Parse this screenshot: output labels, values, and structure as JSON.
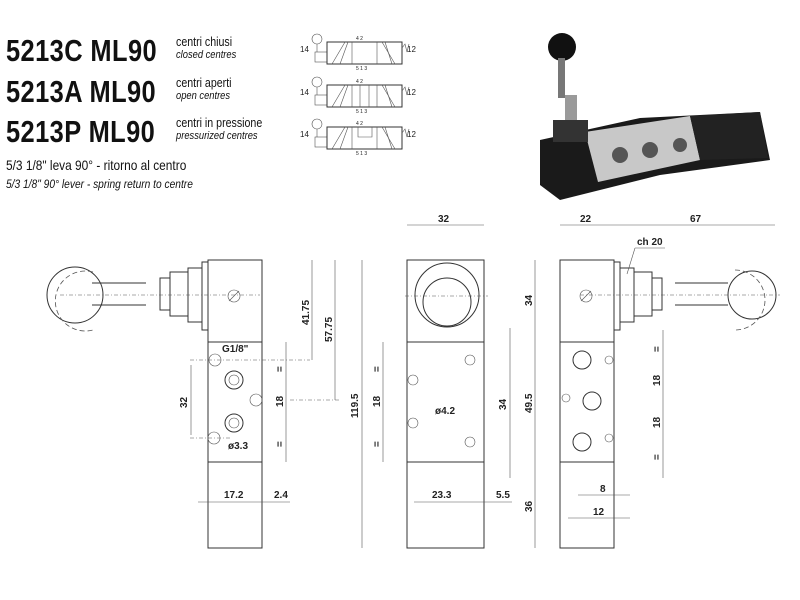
{
  "models": [
    {
      "code": "5213C ML90",
      "it": "centri chiusi",
      "en": "closed centres"
    },
    {
      "code": "5213A ML90",
      "it": "centri aperti",
      "en": "open centres"
    },
    {
      "code": "5213P ML90",
      "it": "centri in pressione",
      "en": "pressurized centres"
    }
  ],
  "subtitle_it": "5/3 1/8\" leva 90° - ritorno al centro",
  "subtitle_en": "5/3 1/8\" 90° lever - spring return to centre",
  "symbol": {
    "left_port": "14",
    "right_port": "12",
    "top_ports": "4  2",
    "bottom_ports": "5 1 3"
  },
  "dims": {
    "d4175": "41.75",
    "d5775": "57.75",
    "g18": "G1/8\"",
    "d32a": "32",
    "d18a": "18",
    "eq": "=",
    "d33": "ø3.3",
    "d172": "17.2",
    "d24": "2.4",
    "d1195": "119.5",
    "d32b": "32",
    "d34a": "34",
    "d18b": "18",
    "d34b": "34",
    "d495": "49.5",
    "d42": "ø4.2",
    "d233": "23.3",
    "d55": "5.5",
    "d36": "36",
    "d22": "22",
    "d67": "67",
    "ch20": "ch 20",
    "d18c": "18",
    "d18d": "18",
    "d8": "8",
    "d12": "12"
  }
}
